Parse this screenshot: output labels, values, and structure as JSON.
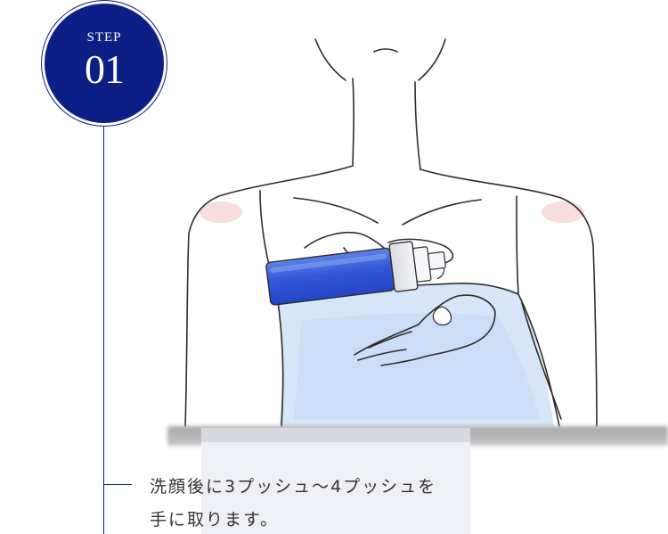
{
  "step": {
    "label": "STEP",
    "number": "01"
  },
  "instruction": {
    "line1": "洗顔後に3プッシュ〜4プッシュを",
    "line2": "手に取ります。"
  },
  "colors": {
    "accent": "#0c1f86",
    "bottle": "#2f56d6",
    "dress": "#cfe0f6",
    "panel": "#eef0f6",
    "text": "#333333"
  },
  "icons": {
    "illustration": "woman-pouring-lotion-illustration"
  }
}
